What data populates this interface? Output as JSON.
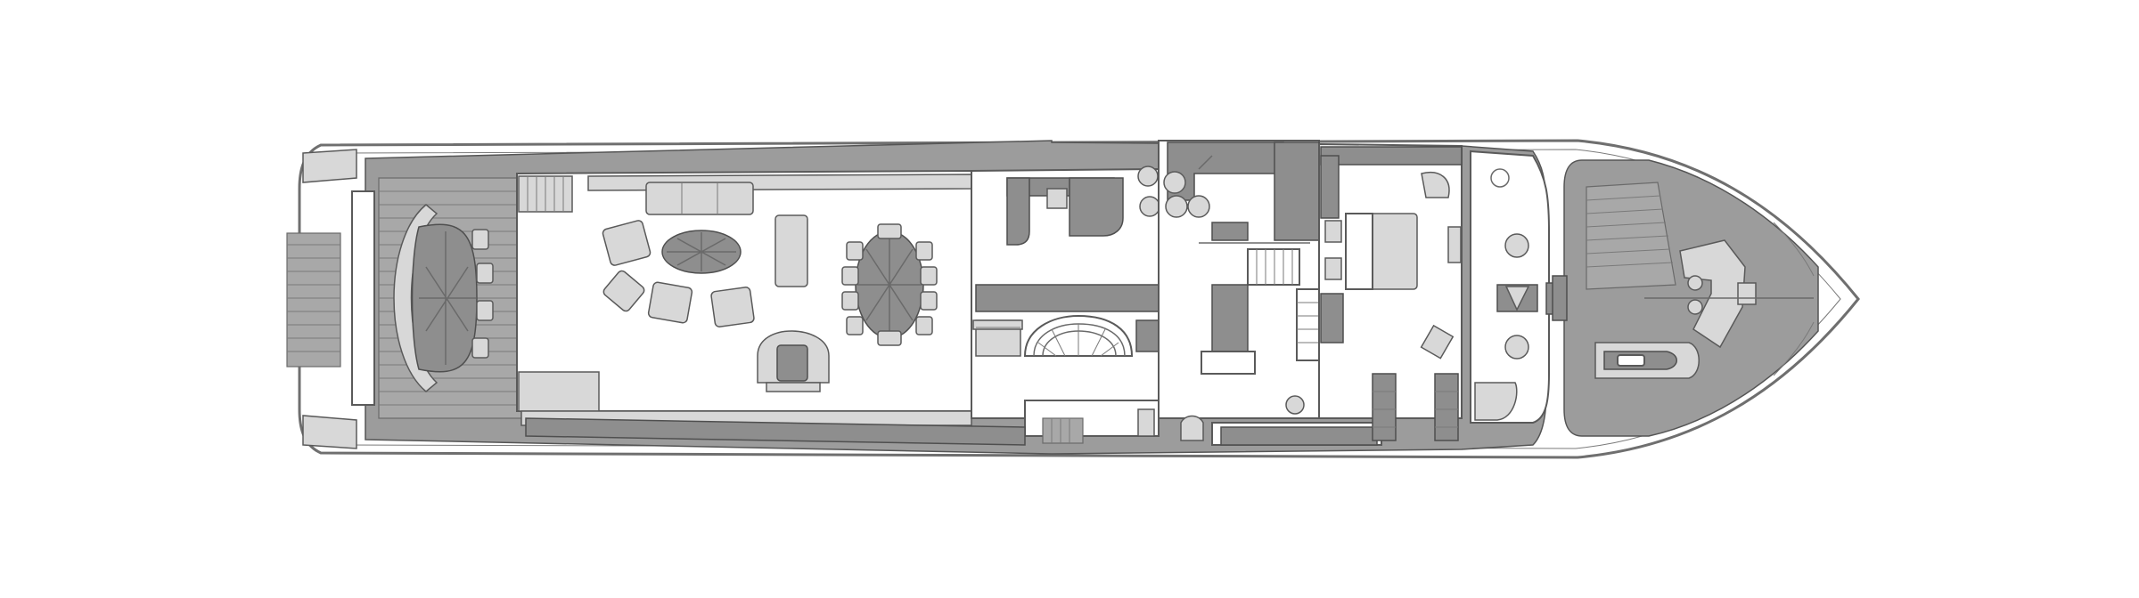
{
  "diagram": {
    "kind": "yacht main deck floor plan",
    "orientation": "bow-right",
    "colors": {
      "background": "#ffffff",
      "hull_outline": "#6f6f6f",
      "deck_gray": "#9c9c9c",
      "fixture_gray": "#8e8e8e",
      "light_gray": "#d8d8d8"
    },
    "areas": [
      "aft-deck",
      "aft-dining",
      "salon",
      "dining-room",
      "galley",
      "main-stair",
      "guest-suite",
      "wheelhouse-area",
      "foredeck",
      "tender-garage"
    ],
    "visible_text": []
  }
}
